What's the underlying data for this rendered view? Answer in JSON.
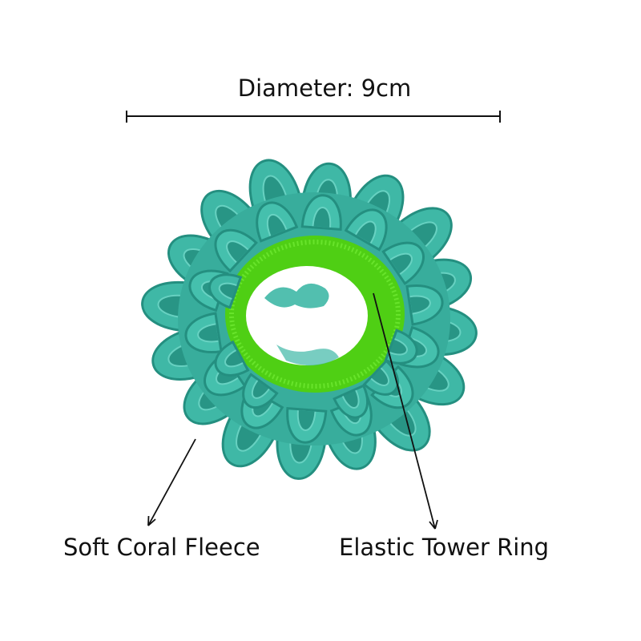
{
  "measurement": {
    "label": "Diameter: 9cm"
  },
  "callouts": {
    "fleece": "Soft Coral Fleece",
    "ring": "Elastic Tower Ring"
  },
  "colors": {
    "fleece": "#3fb8a6",
    "fleece_shadow": "#248f80",
    "fleece_highlight": "#6fd6c6",
    "elastic": "#5ee01a",
    "elastic_dark": "#3bb30e",
    "line": "#111111"
  }
}
